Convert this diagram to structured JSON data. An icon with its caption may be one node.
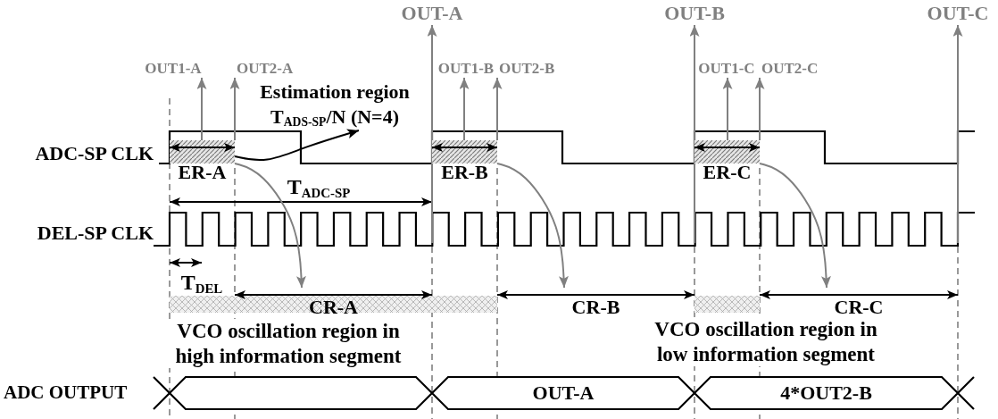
{
  "diagram": {
    "nodes": [
      {
        "text": [
          "OUT-A"
        ]
      },
      {
        "text": [
          "OUT-B"
        ]
      },
      {
        "text": [
          "OUT-C"
        ]
      },
      {
        "text": [
          "OUT1-A"
        ]
      },
      {
        "text": [
          "OUT2-A"
        ]
      },
      {
        "text": [
          "OUT1-B"
        ]
      },
      {
        "text": [
          "OUT2-B"
        ]
      },
      {
        "text": [
          "OUT1-C"
        ]
      },
      {
        "text": [
          "OUT2-C"
        ]
      },
      {
        "text": [
          "Estimation region T$_{ADS-SP}$/N (N=4)"
        ]
      },
      {
        "text": [
          "ER-A"
        ]
      },
      {
        "text": [
          "ER-B"
        ]
      },
      {
        "text": [
          "ER-C"
        ]
      },
      {
        "text": [
          "CR-A"
        ]
      },
      {
        "text": [
          "CR-B"
        ]
      },
      {
        "text": [
          "CR-C"
        ]
      },
      {
        "text": [],
        "shape": "bar"
      },
      {
        "text": [],
        "shape": "bar"
      },
      {
        "text": [],
        "shape": "hexagon"
      },
      {
        "text": [
          "OUT-A"
        ]
      },
      {
        "text": [
          "4*OUT2-B"
        ]
      }
    ],
    "edges": [
      {
        "from": null,
        "to": 0,
        "arrow": "to"
      },
      {
        "from": null,
        "to": 1,
        "arrow": "to"
      },
      {
        "from": null,
        "to": 2,
        "arrow": "to"
      },
      {
        "from": 10,
        "to": 3,
        "arrow": "to"
      },
      {
        "from": 10,
        "to": 4,
        "arrow": "to"
      },
      {
        "from": 11,
        "to": 5,
        "arrow": "to"
      },
      {
        "from": 11,
        "to": 6,
        "arrow": "to"
      },
      {
        "from": 12,
        "to": 7,
        "arrow": "to"
      },
      {
        "from": 12,
        "to": 8,
        "arrow": "to"
      },
      {
        "from": 10,
        "to": 9,
        "arrow": "to",
        "color": "#000000"
      },
      {
        "from": 10,
        "to": 13,
        "arrow": "to"
      },
      {
        "from": 11,
        "to": 14,
        "arrow": "to"
      },
      {
        "from": 12,
        "to": 15,
        "arrow": "to"
      }
    ],
    "labels": [
      "ADC-SP CLK",
      "T$_{ADC-SP}$",
      "DEL-SP CLK",
      "T$_{DEL}$",
      "VCO oscillation region in high information segment",
      "VCO oscillation region in low information segment",
      "ADC OUTPUT"
    ]
  }
}
